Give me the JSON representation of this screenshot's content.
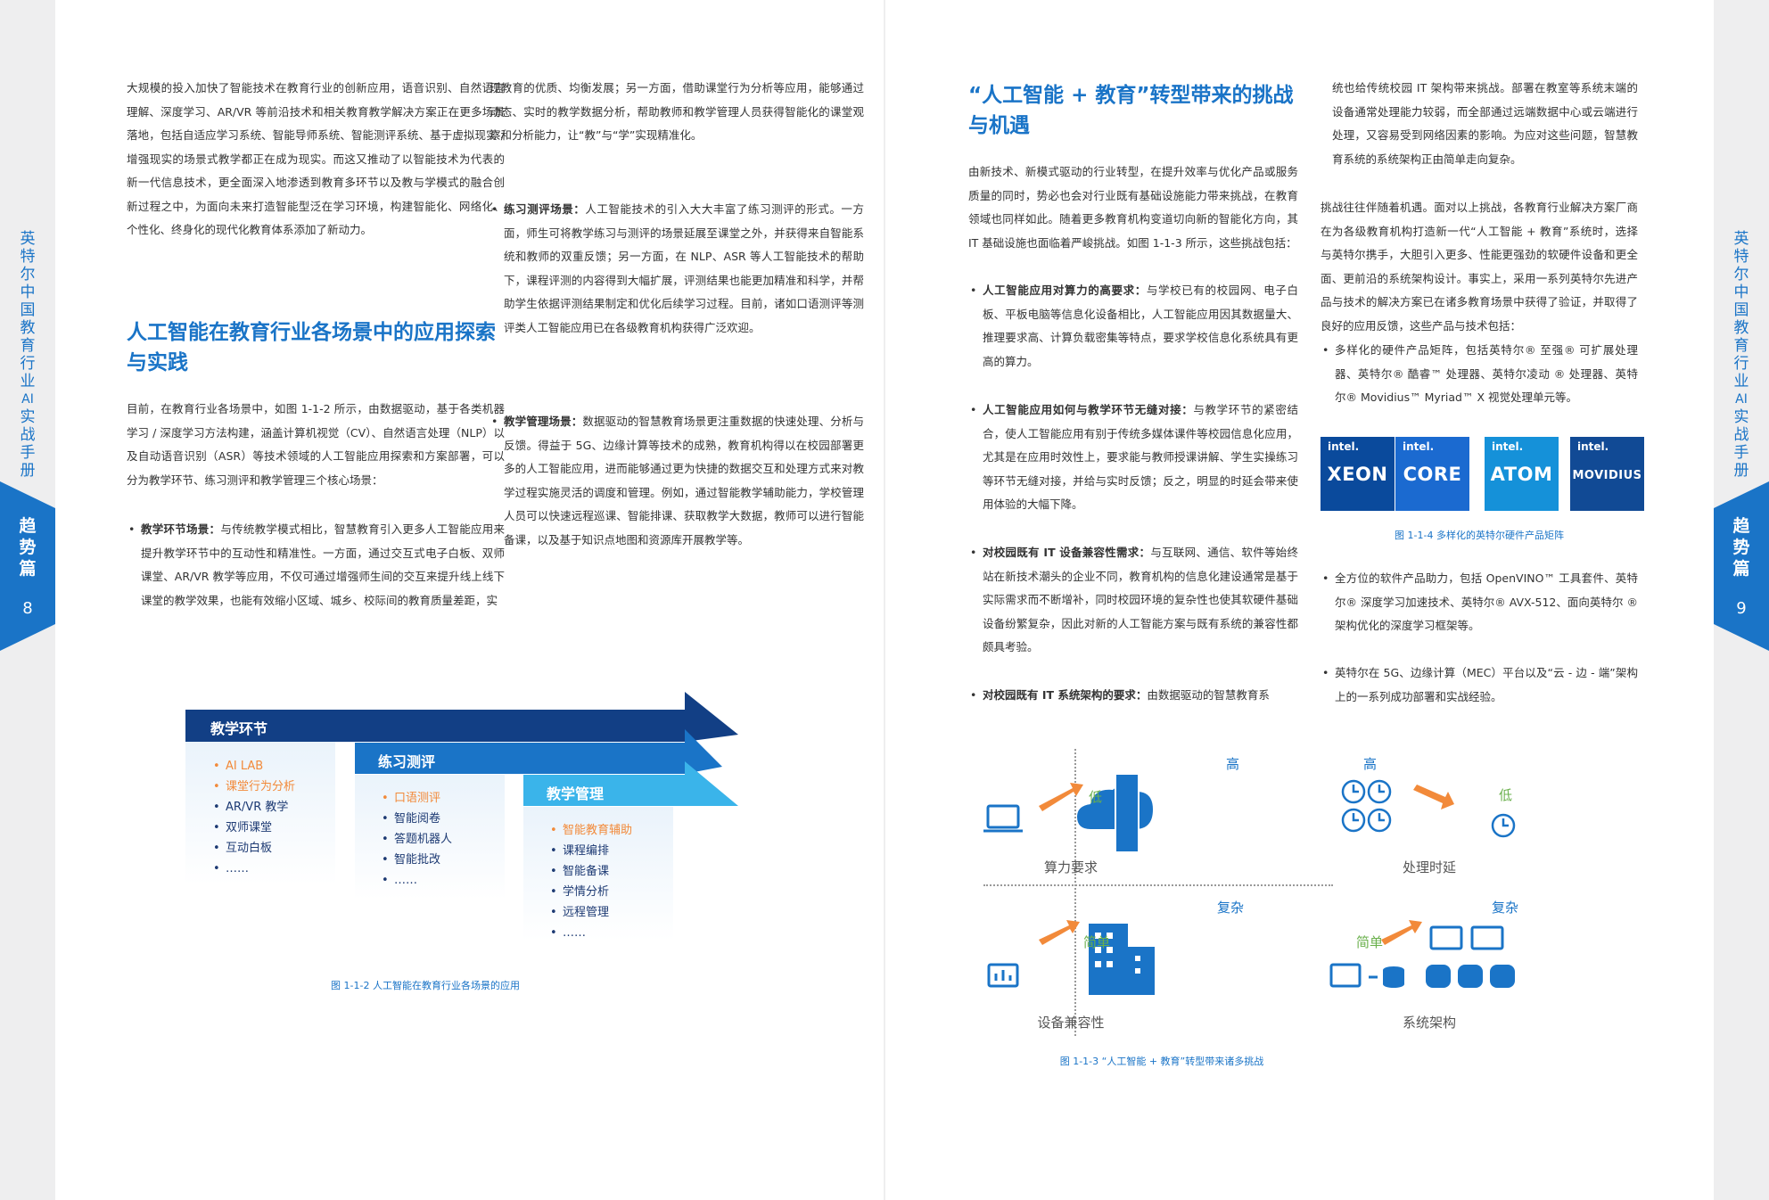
{
  "sidebar": {
    "title_chars": [
      "英",
      "特",
      "尔",
      "中",
      "国",
      "教",
      "育",
      "行",
      "业",
      "AI",
      "实",
      "战",
      "手",
      "册"
    ],
    "tab_chars": [
      "趋",
      "势",
      "篇"
    ],
    "left_page_number": "8",
    "right_page_number": "9"
  },
  "left": {
    "col1_intro": "大规模的投入加快了智能技术在教育行业的创新应用，语音识别、自然语言理解、深度学习、AR/VR 等前沿技术和相关教育教学解决方案正在更多场景落地，包括自适应学习系统、智能导师系统、智能测评系统、基于虚拟现实 / 增强现实的场景式教学都正在成为现实。而这又推动了以智能技术为代表的新一代信息技术，更全面深入地渗透到教育多环节以及教与学模式的融合创新过程之中，为面向未来打造智能型泛在学习环境，构建智能化、网络化、个性化、终身化的现代化教育体系添加了新动力。",
    "heading": "人工智能在教育行业各场景中的应用探索与实践",
    "col1_body": "目前，在教育行业各场景中，如图 1-1-2 所示，由数据驱动，基于各类机器学习 / 深度学习方法构建，涵盖计算机视觉（CV）、自然语言处理（NLP）以及自动语音识别（ASR）等技术领域的人工智能应用探索和方案部署，可以分为教学环节、练习测评和教学管理三个核心场景：",
    "bullet1_title": "教学环节场景：",
    "bullet1_text": "与传统教学模式相比，智慧教育引入更多人工智能应用来提升教学环节中的互动性和精准性。一方面，通过交互式电子白板、双师课堂、AR/VR 教学等应用，不仅可通过增强师生间的交互来提升线上线下课堂的教学效果，也能有效缩小区域、城乡、校际间的教育质量差距，实",
    "col2_cont": "现教育的优质、均衡发展；另一方面，借助课堂行为分析等应用，能够通过动态、实时的教学数据分析，帮助教师和教学管理人员获得智能化的课堂观察和分析能力，让“教”与“学”实现精准化。",
    "bullet2_title": "练习测评场景：",
    "bullet2_text": "人工智能技术的引入大大丰富了练习测评的形式。一方面，师生可将教学练习与测评的场景延展至课堂之外，并获得来自智能系统和教师的双重反馈；另一方面，在 NLP、ASR 等人工智能技术的帮助下，课程评测的内容得到大幅扩展，评测结果也能更加精准和科学，并帮助学生依据评测结果制定和优化后续学习过程。目前，诸如口语测评等测评类人工智能应用已在各级教育机构获得广泛欢迎。",
    "bullet3_title": "教学管理场景：",
    "bullet3_text": "数据驱动的智慧教育场景更注重数据的快速处理、分析与反馈。得益于 5G、边缘计算等技术的成熟，教育机构得以在校园部署更多的人工智能应用，进而能够通过更为快捷的数据交互和处理方式来对教学过程实施灵活的调度和管理。例如，通过智能教学辅助能力，学校管理人员可以快速远程巡课、智能排课、获取教学大数据，教师可以进行智能备课，以及基于知识点地图和资源库开展教学等。",
    "figure_caption": "图 1-1-2 人工智能在教育行业各场景的应用",
    "diagram": {
      "stages": [
        {
          "label": "教学环节",
          "items": [
            {
              "text": "AI LAB",
              "highlight": true
            },
            {
              "text": "课堂行为分析",
              "highlight": true
            },
            {
              "text": "AR/VR 教学",
              "highlight": false
            },
            {
              "text": "双师课堂",
              "highlight": false
            },
            {
              "text": "互动白板",
              "highlight": false
            },
            {
              "text": "……",
              "highlight": false
            }
          ]
        },
        {
          "label": "练习测评",
          "items": [
            {
              "text": "口语测评",
              "highlight": true
            },
            {
              "text": "智能阅卷",
              "highlight": false
            },
            {
              "text": "答题机器人",
              "highlight": false
            },
            {
              "text": "智能批改",
              "highlight": false
            },
            {
              "text": "……",
              "highlight": false
            }
          ]
        },
        {
          "label": "教学管理",
          "items": [
            {
              "text": "智能教育辅助",
              "highlight": true
            },
            {
              "text": "课程编排",
              "highlight": false
            },
            {
              "text": "智能备课",
              "highlight": false
            },
            {
              "text": "学情分析",
              "highlight": false
            },
            {
              "text": "远程管理",
              "highlight": false
            },
            {
              "text": "……",
              "highlight": false
            }
          ]
        }
      ],
      "colors": {
        "stage1": "#123f85",
        "stage2": "#1a74c7",
        "stage3": "#3ab4ea",
        "highlight": "#f28a3a"
      }
    }
  },
  "right": {
    "heading": "“人工智能 + 教育”转型带来的挑战与机遇",
    "col1_body": "由新技术、新模式驱动的行业转型，在提升效率与优化产品或服务质量的同时，势必也会对行业既有基础设施能力带来挑战，在教育领域也同样如此。随着更多教育机构变道切向新的智能化方向，其 IT 基础设施也面临着严峻挑战。如图 1-1-3 所示，这些挑战包括：",
    "c1_title": "人工智能应用对算力的高要求：",
    "c1_text": "与学校已有的校园网、电子白板、平板电脑等信息化设备相比，人工智能应用因其数据量大、推理要求高、计算负载密集等特点，要求学校信息化系统具有更高的算力。",
    "c2_title": "人工智能应用如何与教学环节无缝对接：",
    "c2_text": "与教学环节的紧密结合，使人工智能应用有别于传统多媒体课件等校园信息化应用，尤其是在应用时效性上，要求能与教师授课讲解、学生实操练习等环节无缝对接，并给与实时反馈；反之，明显的时延会带来使用体验的大幅下降。",
    "c3_title": "对校园既有 IT 设备兼容性需求：",
    "c3_text": "与互联网、通信、软件等始终站在新技术潮头的企业不同，教育机构的信息化建设通常是基于实际需求而不断增补，同时校园环境的复杂性也使其软硬件基础设备纷繁复杂，因此对新的人工智能方案与既有系统的兼容性都颇具考验。",
    "c4_title": "对校园既有 IT 系统架构的要求：",
    "c4_text": "由数据驱动的智慧教育系",
    "col2_cont": "统也给传统校园 IT 架构带来挑战。部署在教室等系统末端的设备通常处理能力较弱，而全部通过远端数据中心或云端进行处理，又容易受到网络因素的影响。为应对这些问题，智慧教育系统的系统架构正由简单走向复杂。",
    "col2_p2": "挑战往往伴随着机遇。面对以上挑战，各教育行业解决方案厂商在为各级教育机构打造新一代“人工智能 + 教育”系统时，选择与英特尔携手，大胆引入更多、性能更强劲的软硬件设备和更全面、更前沿的系统架构设计。事实上，采用一系列英特尔先进产品与技术的解决方案已在诸多教育场景中获得了验证，并取得了良好的应用反馈，这些产品与技术包括：",
    "bullet_hw": "多样化的硬件产品矩阵，包括英特尔® 至强® 可扩展处理器、英特尔® 酷睿™ 处理器、英特尔凌动 ® 处理器、英特尔® Movidius™ Myriad™ X 视觉处理单元等。",
    "bullet_sw": "全方位的软件产品助力，包括 OpenVINO™ 工具套件、英特尔® 深度学习加速技术、英特尔® AVX-512、面向英特尔 ® 架构优化的深度学习框架等。",
    "bullet_5g": "英特尔在 5G、边缘计算（MEC）平台以及“云 - 边 - 端”架构上的一系列成功部署和实战经验。",
    "logos": [
      {
        "brand": "intel.",
        "product": "XEON",
        "color": "#0a4a9c"
      },
      {
        "brand": "intel.",
        "product": "CORE",
        "color": "#1b6ad0"
      },
      {
        "brand": "intel.",
        "product": "ATOM",
        "color": "#1591d9"
      },
      {
        "brand": "intel.",
        "product": "MOVIDIUS",
        "color": "#114a95"
      }
    ],
    "logos_caption": "图 1-1-4 多样化的英特尔硬件产品矩阵",
    "challenge_diagram": {
      "q1": {
        "label": "算力要求",
        "low": "低",
        "high": "高"
      },
      "q2": {
        "label": "处理时延",
        "high": "高",
        "low": "低"
      },
      "q3": {
        "label": "设备兼容性",
        "simple": "简单",
        "complex": "复杂"
      },
      "q4": {
        "label": "系统架构",
        "simple": "简单",
        "complex": "复杂"
      },
      "colors": {
        "icon": "#1a74c7",
        "low_green": "#6ab04c",
        "arrow": "#f28a3a"
      }
    },
    "diagram_caption": "图 1-1-3 “人工智能 + 教育”转型带来诸多挑战"
  }
}
